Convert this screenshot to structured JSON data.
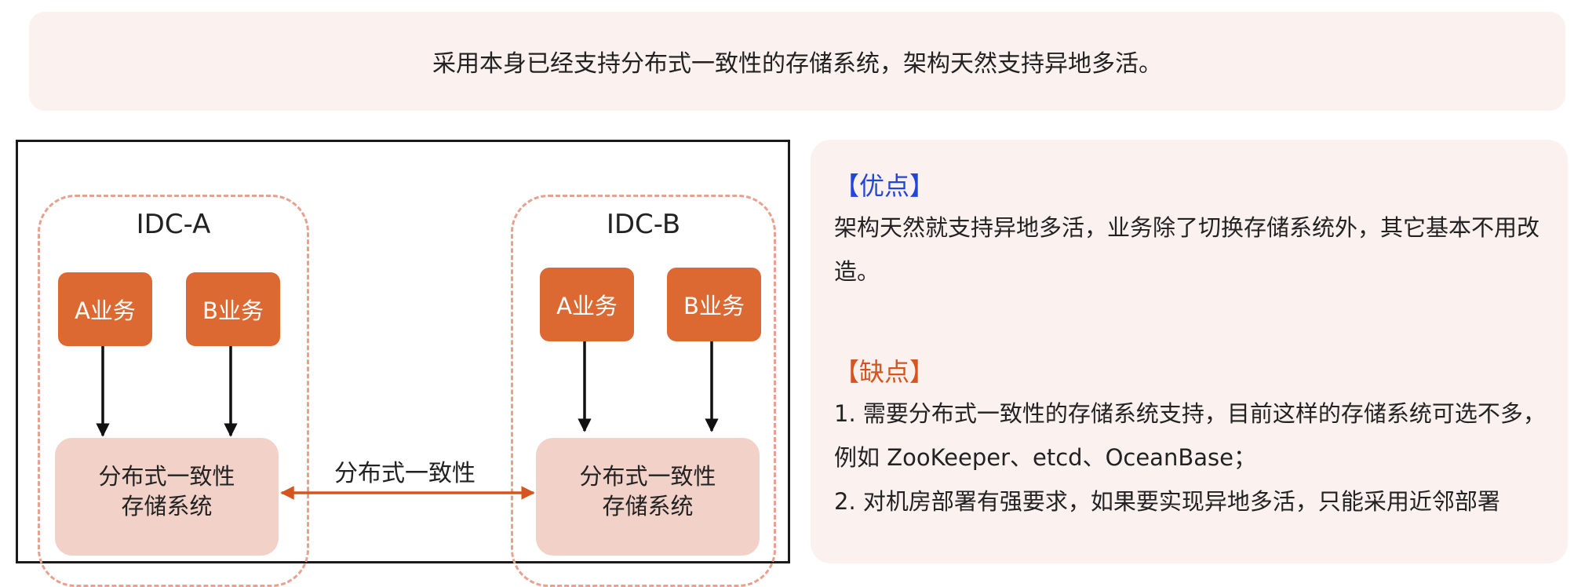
{
  "banner": {
    "text": "采用本身已经支持分布式一致性的存储系统，架构天然支持异地多活。"
  },
  "diagram": {
    "idc_a": {
      "label": "IDC-A",
      "biz_a": "A业务",
      "biz_b": "B业务",
      "storage": "分布式一致性\n存储系统"
    },
    "idc_b": {
      "label": "IDC-B",
      "biz_a": "A业务",
      "biz_b": "B业务",
      "storage": "分布式一致性\n存储系统"
    },
    "sync_label": "分布式一致性",
    "colors": {
      "biz_fill": "#dd6932",
      "storage_fill": "#f2d2c8",
      "idc_border": "#e8a08f",
      "sync_arrow": "#d6551f"
    }
  },
  "panel": {
    "pros_title": "【优点】",
    "pros_text": "架构天然就支持异地多活，业务除了切换存储系统外，其它基本不用改造。",
    "cons_title": "【缺点】",
    "cons_item_1": "1. 需要分布式一致性的存储系统支持，目前这样的存储系统可选不多，例如 ZooKeeper、etcd、OceanBase；",
    "cons_item_2": "2. 对机房部署有强要求，如果要实现异地多活，只能采用近邻部署"
  }
}
